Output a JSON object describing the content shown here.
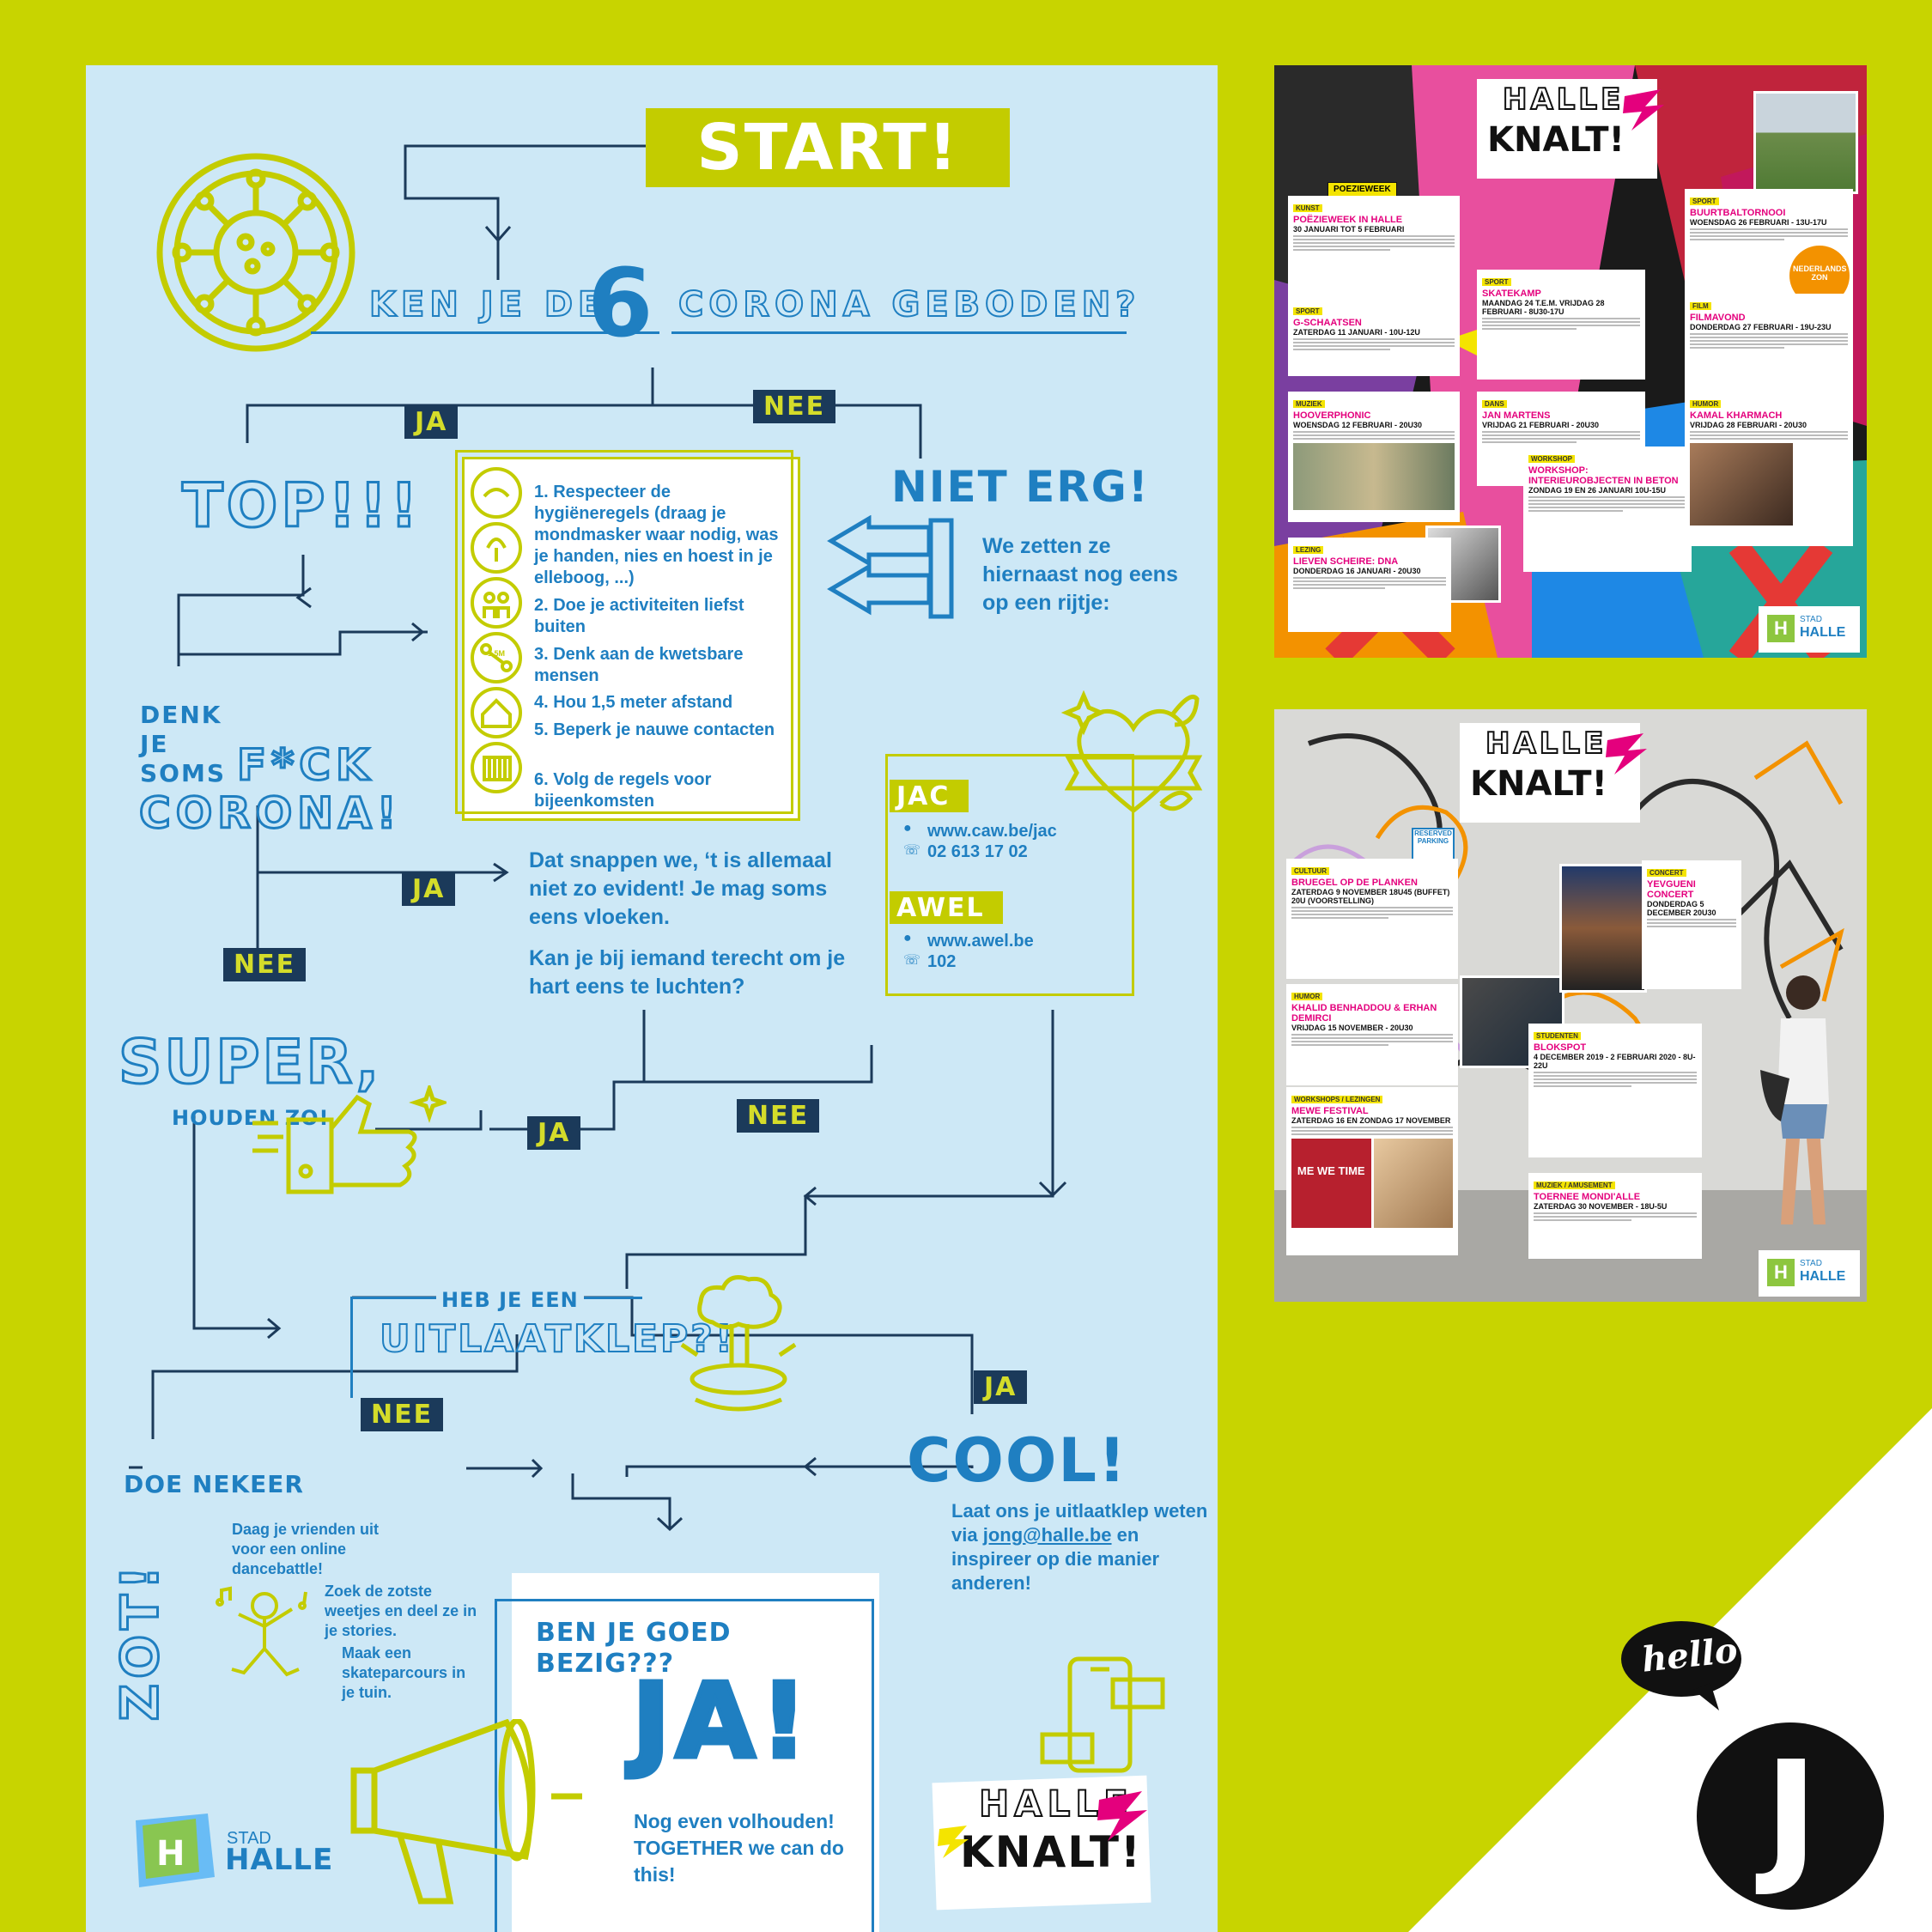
{
  "poster": {
    "start": "START!",
    "question_left": "KEN JE DE",
    "question_num": "6",
    "question_right": "CORONA GEBODEN?",
    "ja": "JA",
    "nee": "NEE",
    "top": "TOP!!!",
    "niet_erg": "NIET ERG!",
    "niet_erg_text": "We zetten ze hiernaast nog eens op een rijtje:",
    "rules": [
      "1. Respecteer de hygiëneregels (draag je mondmasker waar nodig, was je handen, nies en hoest in je elleboog, ...)",
      "2. Doe je activiteiten liefst buiten",
      "3. Denk aan de kwetsbare mensen",
      "4. Hou 1,5 meter afstand",
      "5. Beperk je nauwe contacten",
      "6. Volg de regels voor bijeenkomsten"
    ],
    "distance_badge": "1,5M",
    "denk_1": "DENK",
    "denk_2": "JE",
    "denk_3": "SOMS",
    "fck": "F*CK",
    "corona": "CORONA!",
    "snappen_1": "Dat snappen we, ‘t is allemaal niet zo evident! Je mag soms eens vloeken.",
    "snappen_2": "Kan je bij iemand terecht om je hart eens te luchten?",
    "jac_title": "JAC",
    "jac_web": "www.caw.be/jac",
    "jac_phone": "02 613 17 02",
    "awel_title": "AWEL",
    "awel_web": "www.awel.be",
    "awel_phone": "102",
    "super": "SUPER,",
    "houden": "HOUDEN ZO!",
    "heb_je_een": "HEB JE EEN",
    "uitlaatklep": "UITLAATKLEP?!",
    "cool": "COOL!",
    "cool_text_1": "Laat ons je uitlaatklep weten via",
    "cool_email": "jong@halle.be",
    "cool_text_2": "en inspireer op die manier anderen!",
    "doe_nekeer": "DOE NEKEER",
    "zot": "ZOT!",
    "zot_1": "Daag je vrienden uit voor een online dancebattle!",
    "zot_2": "Zoek de zotste weetjes en deel ze in je stories.",
    "zot_3": "Maak een skateparcours in je tuin.",
    "goed_bezig": "BEN JE GOED BEZIG???",
    "ja_big": "JA!",
    "volhouden": "Nog even volhouden! TOGETHER we can do this!",
    "stad": "STAD",
    "halle": "HALLE",
    "halle_knalt_1": "HALLE",
    "halle_knalt_2": "KNALT!"
  },
  "flyer1": {
    "logo_1": "HALLE",
    "logo_2": "KNALT!",
    "events": [
      {
        "cat": "KUNST",
        "title": "POËZIEWEEK IN HALLE",
        "date": "30 JANUARI TOT 5 FEBRUARI"
      },
      {
        "cat": "SPORT",
        "title": "G-SCHAATSEN",
        "date": "ZATERDAG 11 JANUARI - 10U-12U"
      },
      {
        "cat": "MUZIEK",
        "title": "HOOVERPHONIC",
        "date": "WOENSDAG 12 FEBRUARI - 20U30"
      },
      {
        "cat": "LEZING",
        "title": "LIEVEN SCHEIRE: DNA",
        "date": "DONDERDAG 16 JANUARI - 20U30"
      },
      {
        "cat": "SPORT",
        "title": "SKATEKAMP",
        "date": "MAANDAG 24 T.E.M. VRIJDAG 28 FEBRUARI - 8U30-17U"
      },
      {
        "cat": "DANS",
        "title": "JAN MARTENS",
        "date": "VRIJDAG 21 FEBRUARI - 20U30"
      },
      {
        "cat": "WORKSHOP",
        "title": "WORKSHOP: INTERIEUROBJECTEN IN BETON",
        "date": "ZONDAG 19 EN 26 JANUARI 10U-15U"
      },
      {
        "cat": "SPORT",
        "title": "BUURTBALTORNOOI",
        "date": "WOENSDAG 26 FEBRUARI - 13U-17U"
      },
      {
        "cat": "FILM",
        "title": "FILMAVOND",
        "date": "DONDERDAG 27 FEBRUARI - 19U-23U"
      },
      {
        "cat": "HUMOR",
        "title": "KAMAL KHARMACH",
        "date": "VRIJDAG 28 FEBRUARI - 20U30"
      }
    ],
    "poeziweek_badge": "POEZIEWEEK",
    "zon_badge": "NEDERLANDS ZON",
    "stad": "STAD",
    "halle": "HALLE"
  },
  "flyer2": {
    "logo_1": "HALLE",
    "logo_2": "KNALT!",
    "events": [
      {
        "cat": "CULTUUR",
        "title": "BRUEGEL OP DE PLANKEN",
        "date": "ZATERDAG 9 NOVEMBER 18U45 (BUFFET) 20U (VOORSTELLING)"
      },
      {
        "cat": "HUMOR",
        "title": "KHALID BENHADDOU & ERHAN DEMIRCI",
        "date": "VRIJDAG 15 NOVEMBER - 20U30"
      },
      {
        "cat": "WORKSHOPS / LEZINGEN",
        "title": "MEWE FESTIVAL",
        "date": "ZATERDAG 16 EN ZONDAG 17 NOVEMBER"
      },
      {
        "cat": "CONCERT",
        "title": "YEVGUENI CONCERT",
        "date": "DONDERDAG 5 DECEMBER 20U30"
      },
      {
        "cat": "STUDENTEN",
        "title": "BLOKSPOT",
        "date": "4 DECEMBER 2019 - 2 FEBRUARI 2020 - 8U-22U"
      },
      {
        "cat": "MUZIEK / AMUSEMENT",
        "title": "TOERNEE MONDI'ALLE",
        "date": "ZATERDAG 30 NOVEMBER - 18U-5U"
      }
    ],
    "parking": "RESERVED PARKING",
    "mewe": "ME WE TIME",
    "stad": "STAD",
    "halle": "HALLE"
  },
  "hello": "hello",
  "j_logo": "J",
  "colors": {
    "lime": "#c8d400",
    "poster_bg": "#cde8f6",
    "blue": "#1f7fc1",
    "navy": "#1b3a5a",
    "pink": "#e4007d"
  }
}
